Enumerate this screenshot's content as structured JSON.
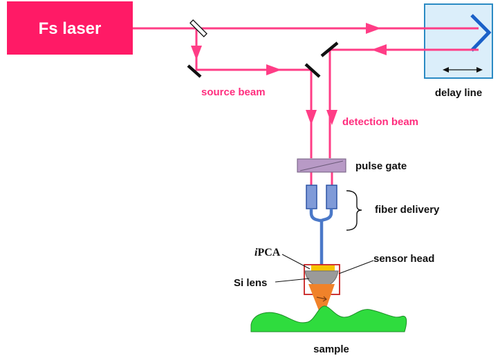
{
  "colors": {
    "beam": "#ff3d86",
    "laser_box": "#ff1a66",
    "delay_box_fill": "#dbeefa",
    "delay_box_stroke": "#2a8ac4",
    "retro": "#1a60c8",
    "pulse_gate": "#b89ac6",
    "fiber": "#4a78c8",
    "head_box": "#c82020",
    "pca": "#f7c500",
    "lens": "#9a9a9a",
    "cone": "#f0822a",
    "sample": "#2fdc3e",
    "label_pink": "#ff2e7e",
    "label_dark": "#111111"
  },
  "labels": {
    "laser": "Fs laser",
    "delay_line": "delay line",
    "source_beam": "source beam",
    "detection_beam": "detection beam",
    "pulse_gate": "pulse gate",
    "fiber_delivery": "fiber delivery",
    "ipca_italic": "i",
    "ipca_rest": "PCA",
    "sensor_head": "sensor head",
    "si_lens": "Si lens",
    "sample": "sample"
  }
}
